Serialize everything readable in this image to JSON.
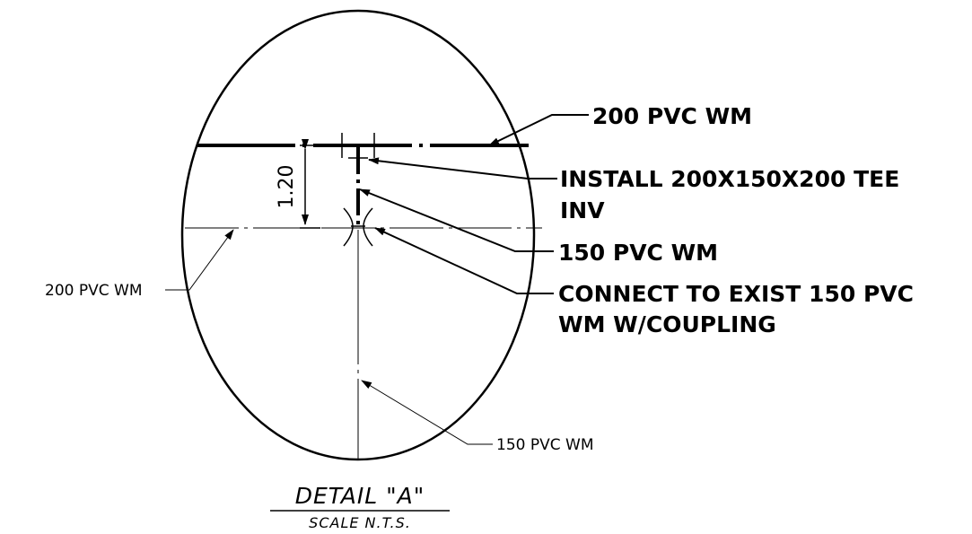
{
  "labels": {
    "main_200_pvc": "200 PVC WM",
    "install_tee_line1": "INSTALL 200X150X200 TEE",
    "install_tee_line2": "INV",
    "branch_150_pvc": "150 PVC WM",
    "connect_line1": "CONNECT TO EXIST 150 PVC",
    "connect_line2": "WM W/COUPLING",
    "exist_200_pvc": "200 PVC WM",
    "exist_150_pvc": "150 PVC WM"
  },
  "dimension": {
    "vertical_offset": "1.20"
  },
  "title": {
    "main": "DETAIL \"A\"",
    "scale": "SCALE N.T.S."
  }
}
